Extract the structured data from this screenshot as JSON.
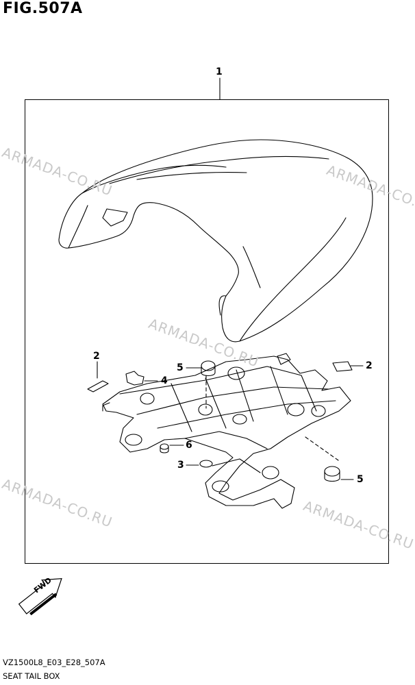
{
  "figure": {
    "title": "FIG.507A",
    "code": "VZ1500L8_E03_E28_507A",
    "caption": "SEAT TAIL BOX"
  },
  "callouts": [
    "1",
    "2",
    "2",
    "3",
    "4",
    "5",
    "5",
    "6"
  ],
  "fwd_label": "FWD",
  "watermark": "ARMADA-CO.RU"
}
